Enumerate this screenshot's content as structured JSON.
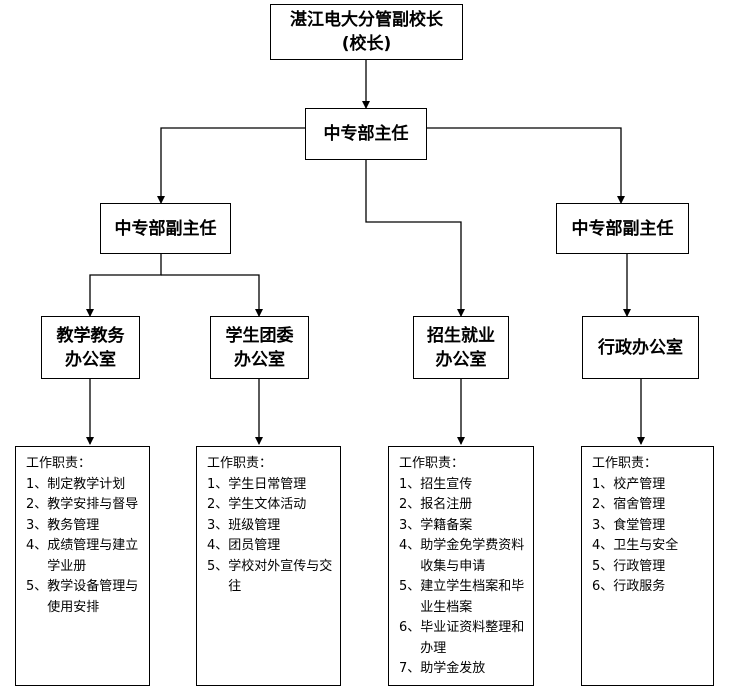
{
  "top": {
    "line1": "湛江电大分管副校长",
    "line2": "(校长)"
  },
  "director": "中专部主任",
  "deputy_left": "中专部副主任",
  "deputy_right": "中专部副主任",
  "offices": [
    {
      "line1": "教学教务",
      "line2": "办公室"
    },
    {
      "line1": "学生团委",
      "line2": "办公室"
    },
    {
      "line1": "招生就业",
      "line2": "办公室"
    },
    {
      "line1": "行政办公室",
      "line2": ""
    }
  ],
  "duties": [
    {
      "title": "工作职责：",
      "items": [
        {
          "num": "1、",
          "text": "制定教学计划"
        },
        {
          "num": "2、",
          "text": "教学安排与督导"
        },
        {
          "num": "3、",
          "text": "教务管理"
        },
        {
          "num": "4、",
          "text": "成绩管理与建立学业册"
        },
        {
          "num": "5、",
          "text": "教学设备管理与使用安排"
        }
      ]
    },
    {
      "title": "工作职责：",
      "items": [
        {
          "num": "1、",
          "text": "学生日常管理"
        },
        {
          "num": "2、",
          "text": "学生文体活动"
        },
        {
          "num": "3、",
          "text": "班级管理"
        },
        {
          "num": "4、",
          "text": "团员管理"
        },
        {
          "num": "5、",
          "text": "学校对外宣传与交往"
        }
      ]
    },
    {
      "title": "工作职责：",
      "items": [
        {
          "num": "1、",
          "text": "招生宣传"
        },
        {
          "num": "2、",
          "text": "报名注册"
        },
        {
          "num": "3、",
          "text": "学籍备案"
        },
        {
          "num": "4、",
          "text": "助学金免学费资料收集与申请"
        },
        {
          "num": "5、",
          "text": "建立学生档案和毕业生档案"
        },
        {
          "num": "6、",
          "text": "毕业证资料整理和办理"
        },
        {
          "num": "7、",
          "text": "助学金发放"
        }
      ]
    },
    {
      "title": "工作职责：",
      "items": [
        {
          "num": "1、",
          "text": "校产管理"
        },
        {
          "num": "2、",
          "text": "宿舍管理"
        },
        {
          "num": "3、",
          "text": "食堂管理"
        },
        {
          "num": "4、",
          "text": "卫生与安全"
        },
        {
          "num": "5、",
          "text": "行政管理"
        },
        {
          "num": "6、",
          "text": "行政服务"
        }
      ]
    }
  ]
}
